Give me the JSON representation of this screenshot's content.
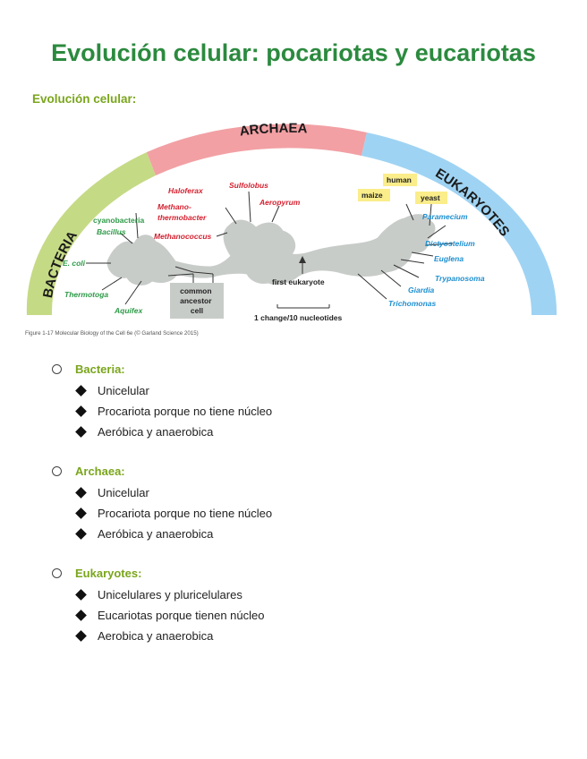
{
  "title": "Evolución celular: pocariotas y eucariotas",
  "subtitle": "Evolución celular:",
  "figure": {
    "groups": {
      "bacteria": "BACTERIA",
      "archaea": "ARCHAEA",
      "eukaryotes": "EUKARYOTES"
    },
    "bacteria_labels": [
      "cyanobacteria",
      "Bacillus",
      "E. coli",
      "Thermotoga",
      "Aquifex"
    ],
    "archaea_labels": [
      "Haloferax",
      "Methano-",
      "thermobacter",
      "Methanococcus",
      "Sulfolobus",
      "Aeropyrum"
    ],
    "eukaryote_labels": [
      "human",
      "maize",
      "yeast",
      "Paramecium",
      "Dictyostelium",
      "Euglena",
      "Trypanosoma",
      "Giardia",
      "Trichomonas"
    ],
    "ancestor_lines": [
      "common",
      "ancestor",
      "cell"
    ],
    "first_eukaryote": "first eukaryote",
    "scale": "1 change/10 nucleotides",
    "caption": "Figure 1-17  Molecular Biology of the Cell 6e (© Garland Science 2015)",
    "colors": {
      "bacteria_band": "#c5da85",
      "archaea_band": "#f2a0a4",
      "eukaryote_band": "#9fd3f3",
      "bacteria_text": "#2e9a48",
      "archaea_text": "#d42130",
      "eukaryote_text": "#1e8fd0",
      "highlight": "#faed8a"
    }
  },
  "sections": [
    {
      "title": "Bacteria:",
      "items": [
        "Unicelular",
        "Procariota porque no tiene núcleo",
        "Aeróbica y anaerobica"
      ]
    },
    {
      "title": "Archaea:",
      "items": [
        "Unicelular",
        "Procariota porque no tiene núcleo",
        "Aeróbica y anaerobica"
      ]
    },
    {
      "title": "Eukaryotes:",
      "items": [
        "Unicelulares y pluricelulares",
        "Eucariotas porque tienen núcleo",
        "Aerobica y anaerobica"
      ]
    }
  ]
}
